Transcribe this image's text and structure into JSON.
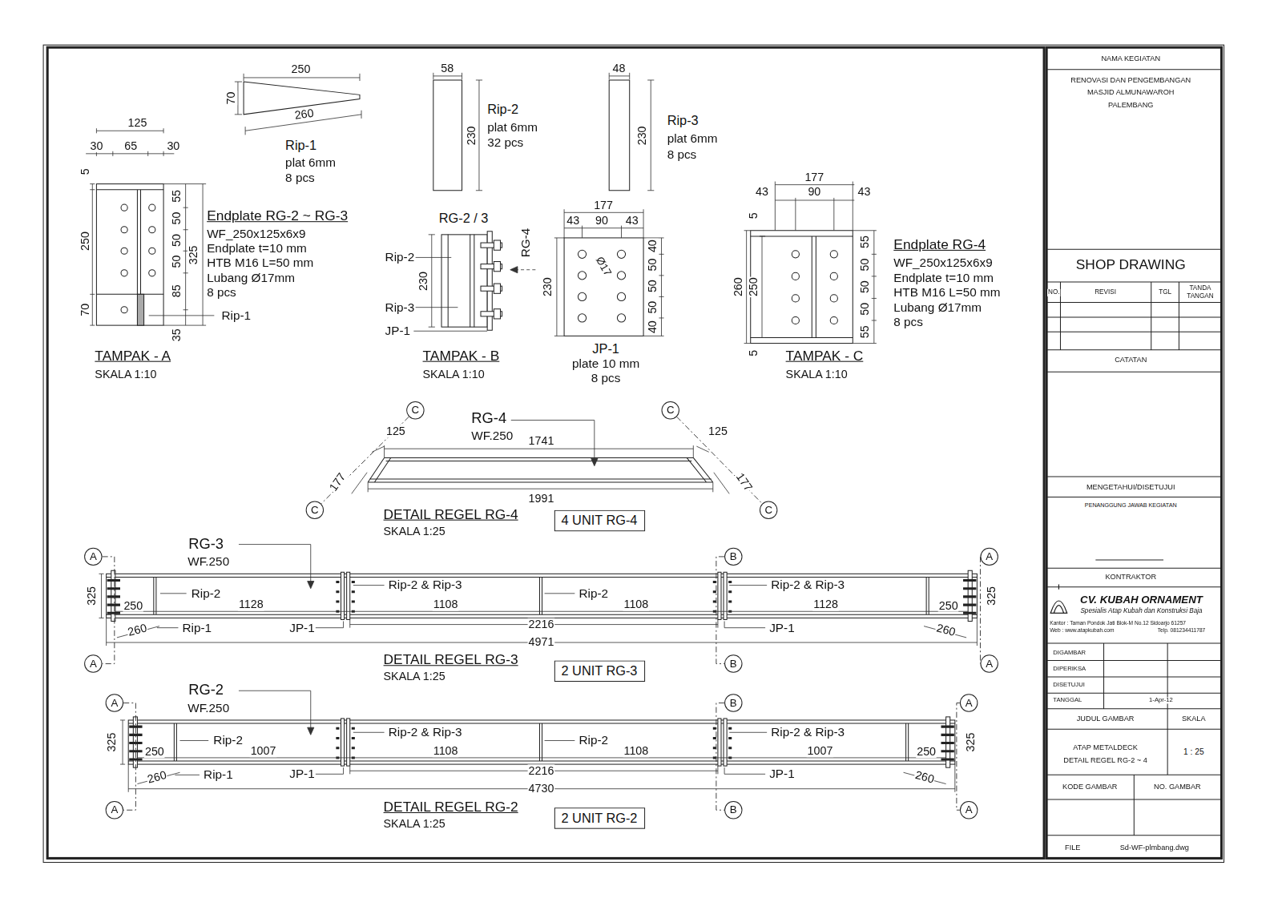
{
  "diagram": {
    "nodes": [
      {
        "text": [
          "C"
        ]
      },
      {
        "text": [
          "C"
        ]
      },
      {
        "text": [
          "C"
        ]
      },
      {
        "text": [
          "C"
        ]
      },
      {
        "text": [
          "4 UNIT RG-4"
        ]
      },
      {
        "text": [
          "A"
        ]
      },
      {
        "text": [
          "B"
        ]
      },
      {
        "text": [
          "A"
        ]
      },
      {
        "text": [
          "A"
        ]
      },
      {
        "text": [
          "B"
        ]
      },
      {
        "text": [
          "A"
        ]
      },
      {
        "text": [
          "2 UNIT RG-3"
        ]
      },
      {
        "text": [
          "A"
        ]
      },
      {
        "text": [
          "B"
        ]
      },
      {
        "text": [
          "A"
        ]
      },
      {
        "text": [
          "A"
        ]
      },
      {
        "text": [
          "B"
        ]
      },
      {
        "text": [
          "A"
        ]
      },
      {
        "text": [
          "2 UNIT RG-2"
        ]
      }
    ],
    "edges": [
      {
        "from": 0,
        "to": 2,
        "arrow": "none"
      },
      {
        "from": 1,
        "to": 3,
        "arrow": "none"
      },
      {
        "from": 5,
        "to": 8,
        "arrow": "none"
      },
      {
        "from": 6,
        "to": 9,
        "arrow": "none"
      },
      {
        "from": 7,
        "to": 10,
        "arrow": "none"
      },
      {
        "from": 12,
        "to": 15,
        "arrow": "none"
      },
      {
        "from": 13,
        "to": 16,
        "arrow": "none"
      },
      {
        "from": 14,
        "to": 17,
        "arrow": "none"
      }
    ],
    "labels": [
      "250",
      "70",
      "260",
      "Rip-1",
      "plat 6mm",
      "8 pcs",
      "58",
      "230",
      "Rip-2",
      "plat 6mm",
      "32 pcs",
      "48",
      "230",
      "Rip-3",
      "plat 6mm",
      "8 pcs",
      "125",
      "30",
      "65",
      "30",
      "5",
      "250",
      "70",
      "325",
      "55",
      "50",
      "50",
      "50",
      "85",
      "35",
      "Rip-1",
      "Endplate RG-2 ~ RG-3",
      "WF_250x125x6x9",
      "Endplate t=10 mm",
      "HTB M16 L=50 mm",
      "Lubang Ø17mm",
      "8 pcs",
      "TAMPAK - A",
      "SKALA 1:10",
      "RG-2 / 3",
      "RG-4",
      "Rip-2",
      "230",
      "Rip-3",
      "JP-1",
      "TAMPAK - B",
      "SKALA 1:10",
      "177",
      "43",
      "90",
      "43",
      "230",
      "Ø17",
      "40",
      "50",
      "50",
      "50",
      "40",
      "JP-1",
      "plate 10 mm",
      "8 pcs",
      "177",
      "43",
      "90",
      "43",
      "5",
      "260",
      "250",
      "5",
      "55",
      "50",
      "50",
      "50",
      "55",
      "Endplate RG-4",
      "WF_250x125x6x9",
      "Endplate t=10 mm",
      "HTB M16 L=50 mm",
      "Lubang Ø17mm",
      "8 pcs",
      "TAMPAK - C",
      "SKALA 1:10",
      "RG-4",
      "WF.250",
      "125",
      "1741",
      "125",
      "177",
      "177",
      "1991",
      "DETAIL REGEL RG-4",
      "SKALA 1:25",
      "RG-3",
      "WF.250",
      "325",
      "250",
      "Rip-2",
      "1128",
      "Rip-2 & Rip-3",
      "1108",
      "Rip-2",
      "1108",
      "Rip-2 & Rip-3",
      "1128",
      "250",
      "325",
      "260",
      "Rip-1",
      "JP-1",
      "2216",
      "JP-1",
      "260",
      "4971",
      "DETAIL REGEL RG-3",
      "SKALA 1:25",
      "RG-2",
      "WF.250",
      "325",
      "250",
      "Rip-2",
      "1007",
      "Rip-2 & Rip-3",
      "1108",
      "Rip-2",
      "1108",
      "Rip-2 & Rip-3",
      "1007",
      "250",
      "325",
      "260",
      "Rip-1",
      "JP-1",
      "2216",
      "JP-1",
      "260",
      "4730",
      "DETAIL REGEL RG-2",
      "SKALA 1:25",
      "NAMA KEGIATAN",
      "RENOVASI DAN PENGEMBANGAN",
      "MASJID ALMUNAWAROH",
      "PALEMBANG",
      "SHOP DRAWING",
      "NO.",
      "REVISI",
      "TGL",
      "TANDA TANGAN",
      "CATATAN",
      "MENGETAHUI/DISETUJUI",
      "PENANGGUNG JAWAB KEGIATAN",
      "KONTRAKTOR",
      "CV. KUBAH ORNAMENT",
      "Spesialis Atap Kubah dan Konstruksi Baja",
      "Kantor : Taman Pondok Jati Blok-M No.12 Sidoarjo 61257",
      "Web : www.atapkubah.com",
      "Telp. 081234411787",
      "DIGAMBAR",
      "DIPERIKSA",
      "DISETUJUI",
      "TANGGAL",
      "1-Apr-12",
      "JUDUL GAMBAR",
      "SKALA",
      "ATAP METALDECK",
      "DETAIL REGEL RG-2 ~ 4",
      "1 : 25",
      "KODE GAMBAR",
      "NO. GAMBAR",
      "FILE",
      "Sd-WF-plmbang.dwg"
    ]
  }
}
